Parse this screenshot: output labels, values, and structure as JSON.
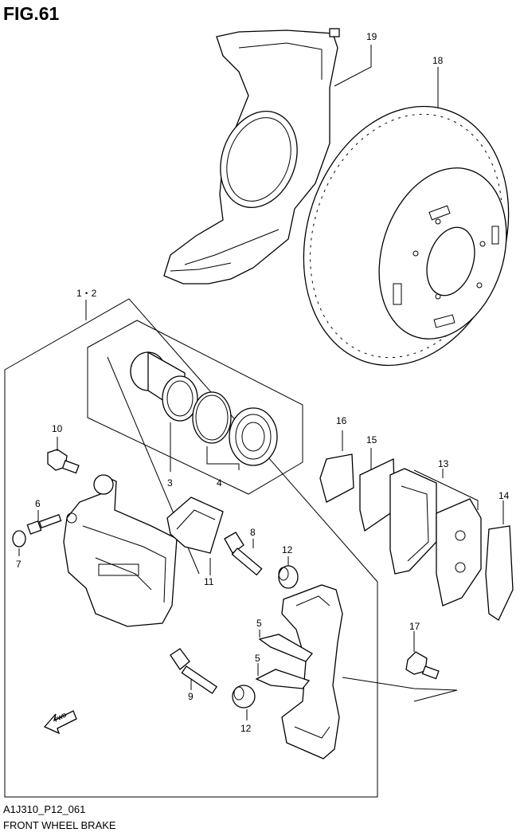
{
  "figure": {
    "title": "FIG.61",
    "code": "A1J310_P12_061",
    "caption": "FRONT WHEEL BRAKE",
    "fwd_label": "FWD"
  },
  "callouts": {
    "c19": "19",
    "c18": "18",
    "c1_2": "1・2",
    "c3": "3",
    "c4": "4",
    "c10": "10",
    "c6": "6",
    "c7": "7",
    "c8": "8",
    "c11": "11",
    "c12a": "12",
    "c16": "16",
    "c15": "15",
    "c13": "13",
    "c14": "14",
    "c5a": "5",
    "c5b": "5",
    "c17": "17",
    "c9": "9",
    "c12b": "12"
  }
}
